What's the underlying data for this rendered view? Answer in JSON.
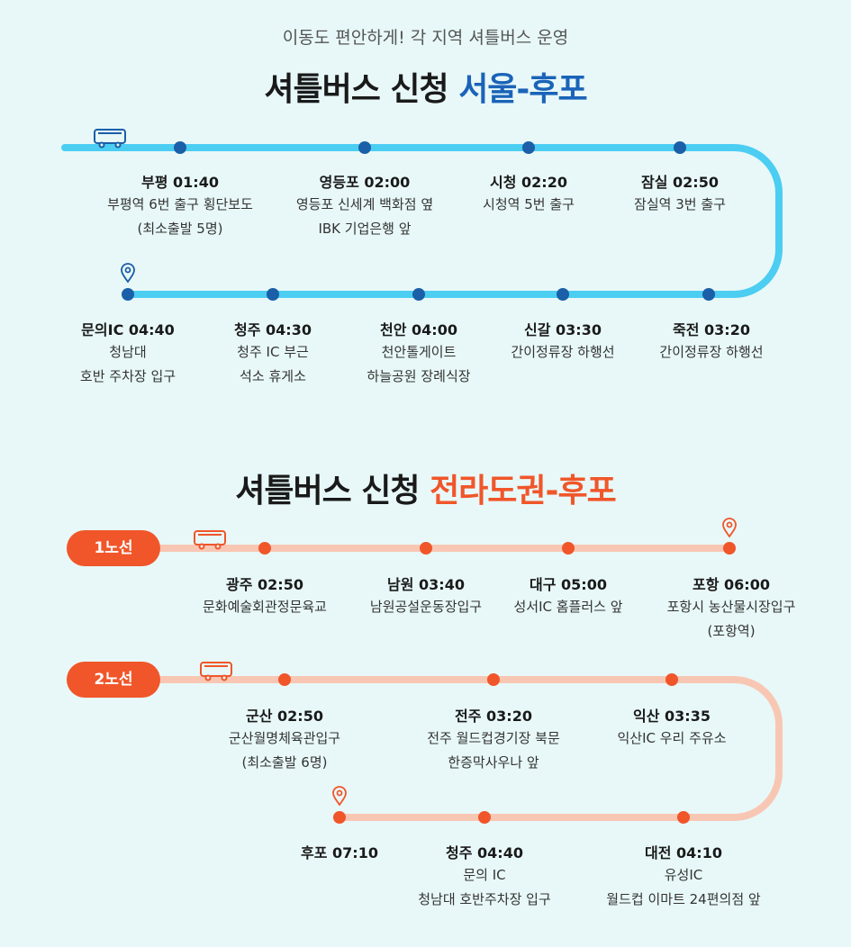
{
  "tagline": "이동도 편안하게! 각 지역 셔틀버스 운영",
  "seoul": {
    "title_main": "셔틀버스 신청",
    "title_highlight": "서울-후포",
    "stops": [
      {
        "name": "부평 01:40",
        "desc1": "부평역 6번 출구 횡단보도",
        "desc2": "(최소출발 5명)"
      },
      {
        "name": "영등포 02:00",
        "desc1": "영등포 신세계 백화점 옆",
        "desc2": "IBK 기업은행 앞"
      },
      {
        "name": "시청 02:20",
        "desc1": "시청역 5번 출구",
        "desc2": ""
      },
      {
        "name": "잠실 02:50",
        "desc1": "잠실역 3번 출구",
        "desc2": ""
      },
      {
        "name": "죽전 03:20",
        "desc1": "간이정류장 하행선",
        "desc2": ""
      },
      {
        "name": "신갈 03:30",
        "desc1": "간이정류장 하행선",
        "desc2": ""
      },
      {
        "name": "천안 04:00",
        "desc1": "천안톨게이트",
        "desc2": "하늘공원 장례식장"
      },
      {
        "name": "청주 04:30",
        "desc1": "청주 IC 부근",
        "desc2": "석소 휴게소"
      },
      {
        "name": "문의IC 04:40",
        "desc1": "청남대",
        "desc2": "호반 주차장 입구"
      }
    ]
  },
  "jeolla": {
    "title_main": "셔틀버스 신청",
    "title_highlight": "전라도권-후포",
    "line1": {
      "label": "1노선",
      "stops": [
        {
          "name": "광주 02:50",
          "desc1": "문화예술회관정문육교",
          "desc2": ""
        },
        {
          "name": "남원 03:40",
          "desc1": "남원공설운동장입구",
          "desc2": ""
        },
        {
          "name": "대구 05:00",
          "desc1": "성서IC 홈플러스 앞",
          "desc2": ""
        },
        {
          "name": "포항 06:00",
          "desc1": "포항시 농산물시장입구",
          "desc2": "(포항역)"
        }
      ]
    },
    "line2": {
      "label": "2노선",
      "stops": [
        {
          "name": "군산 02:50",
          "desc1": "군산월명체육관입구",
          "desc2": "(최소출발 6명)"
        },
        {
          "name": "전주 03:20",
          "desc1": "전주 월드컵경기장 북문",
          "desc2": "한증막사우나 앞"
        },
        {
          "name": "익산 03:35",
          "desc1": "익산IC 우리 주유소",
          "desc2": ""
        },
        {
          "name": "대전 04:10",
          "desc1": "유성IC",
          "desc2": "월드컵 이마트 24편의점 앞"
        },
        {
          "name": "청주 04:40",
          "desc1": "문의 IC",
          "desc2": "청남대 호반주차장 입구"
        },
        {
          "name": "후포 07:10",
          "desc1": "",
          "desc2": ""
        }
      ]
    }
  },
  "colors": {
    "seoul_line": "#4ccdf2",
    "seoul_dot": "#1a5fa8",
    "jeolla_line": "#f8c7b4",
    "jeolla_dot": "#f0562a",
    "pill_bg": "#f0562a",
    "background": "#e8f8f8"
  },
  "icons": {
    "bus": "bus-icon",
    "destination": "location-pin-icon"
  }
}
